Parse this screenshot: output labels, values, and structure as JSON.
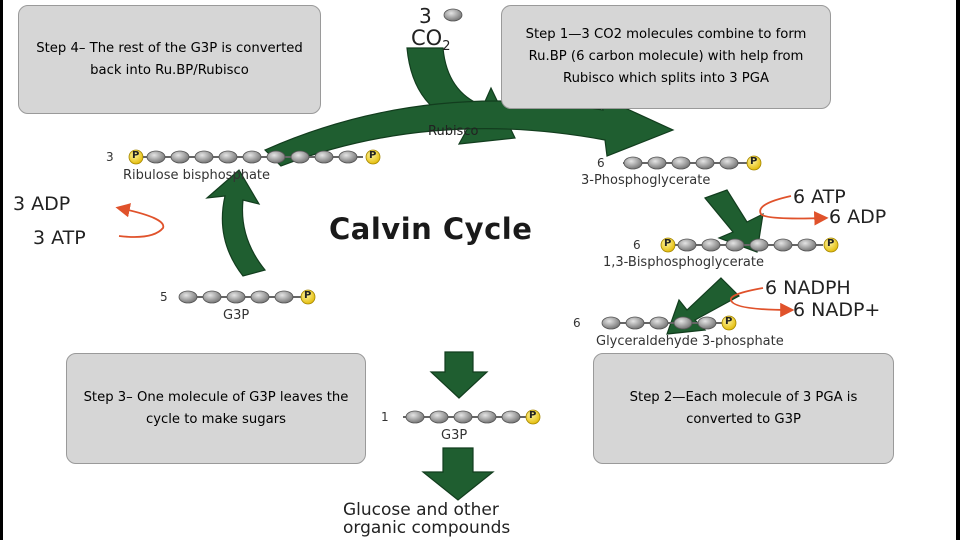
{
  "callouts": {
    "step4": "Step 4– The rest of the G3P is converted back into Ru.BP/Rubisco",
    "step1": "Step 1—3 CO2 molecules combine to form Ru.BP (6 carbon molecule) with help from Rubisco which splits into 3 PGA",
    "step3": "Step 3– One molecule of G3P leaves the cycle to make sugars",
    "step2": "Step 2—Each molecule of 3 PGA is converted to G3P"
  },
  "diagram": {
    "title": "Calvin Cycle",
    "co2_count": "3",
    "co2_label": "CO",
    "co2_sub": "2",
    "enzyme": "Rubisco",
    "phosphate": "P",
    "molecules": {
      "rubp": {
        "count": "3",
        "name": "Ribulose bisphosphate"
      },
      "pga": {
        "count": "6",
        "name": "3-Phosphoglycerate"
      },
      "bpg": {
        "count": "6",
        "name": "1,3-Bisphosphoglycerate"
      },
      "g3p_six": {
        "count": "6",
        "name": "Glyceraldehyde 3-phosphate"
      },
      "g3p_five": {
        "count": "5",
        "name": "G3P"
      },
      "g3p_one": {
        "count": "1",
        "name": "G3P"
      }
    },
    "cofactors": {
      "atp_in_right": "6 ATP",
      "adp_out_right": "6 ADP",
      "nadph_in": "6 NADPH",
      "nadp_out": "6 NADP+",
      "adp_out_left": "3 ADP",
      "atp_in_left": "3 ATP"
    },
    "output_line1": "Glucose and other",
    "output_line2": "organic compounds"
  },
  "colors": {
    "arrow_green": "#1f5e30",
    "phosphate_yellow": "#f2d21a",
    "carbon_gray": "#9a9a9a",
    "cofactor_arrow": "#e0522b",
    "callout_bg": "#d6d6d6"
  }
}
